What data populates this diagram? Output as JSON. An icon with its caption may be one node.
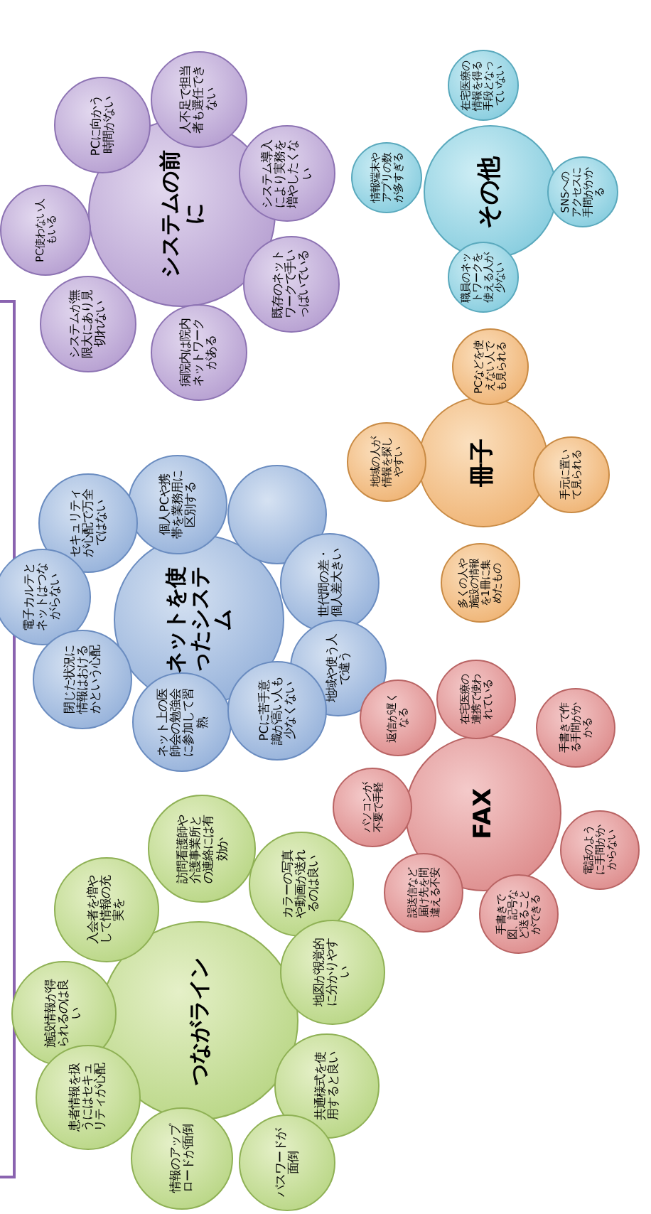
{
  "diagram": {
    "nodes": [
      {
        "text": [
          "システムの前に"
        ]
      },
      {
        "text": [
          "人不足で担当者も選任できない"
        ]
      },
      {
        "text": [
          "PCに向かう時間がない"
        ]
      },
      {
        "text": [
          "システム導入により実務を増やしたくない"
        ]
      },
      {
        "text": [
          "PC使わない人もいる"
        ]
      },
      {
        "text": [
          "既存のネットワークで手いっぱいでいる"
        ]
      },
      {
        "text": [
          "システムが無限大にあり見切れない"
        ]
      },
      {
        "text": [
          "病院内は院内ネットワークがある"
        ]
      },
      {
        "text": [
          "その他"
        ]
      },
      {
        "text": [
          "在宅医療の情報を得る手段となっていない"
        ]
      },
      {
        "text": [
          "情報端末やアプリの数が多すぎる"
        ]
      },
      {
        "text": [
          "SNSへのアクセスに手間がかかる"
        ]
      },
      {
        "text": [
          "職員のネットワークを使える人が少ない"
        ]
      },
      {
        "text": [
          "冊子"
        ]
      },
      {
        "text": [
          "PCなどを使えない人でも見られる"
        ]
      },
      {
        "text": [
          "地域の人が情報を探しやすい"
        ]
      },
      {
        "text": [
          "手元に置いて見られる"
        ]
      },
      {
        "text": [
          "多くの人や施設の情報を1冊に集めたもの"
        ]
      },
      {
        "text": [
          "ネットを使ったシステム"
        ]
      },
      {
        "text": [
          "個人PCや携帯を業務用に区別する"
        ]
      },
      {
        "text": [],
        "shape": "circle"
      },
      {
        "text": [
          "セキュリティが心配で万全ではない"
        ]
      },
      {
        "text": [
          "世代間の差・個人差大きい"
        ]
      },
      {
        "text": [
          "電子カルテとネットはつながらない"
        ]
      },
      {
        "text": [
          "地域や使う人で違う"
        ]
      },
      {
        "text": [
          "閉じた状況に情報はおけるかという心配"
        ]
      },
      {
        "text": [
          "ネット上の医師会の勉強会に参加して習熟"
        ]
      },
      {
        "text": [
          "PCに苦手意識が高い人も少なくない"
        ]
      },
      {
        "text": [
          "FAX"
        ]
      },
      {
        "text": [
          "在宅医療の連携で使われている"
        ]
      },
      {
        "text": [
          "返信が遅くなる"
        ]
      },
      {
        "text": [
          "手書きで作る手間がかかる"
        ]
      },
      {
        "text": [
          "パソコンが不要で手軽"
        ]
      },
      {
        "text": [
          "電話のように手間がかからない"
        ]
      },
      {
        "text": [
          "誤送信など届け先を間違える不安"
        ]
      },
      {
        "text": [
          "手書きで図、記号など送ることができる"
        ]
      },
      {
        "text": [
          "つながライン"
        ]
      },
      {
        "text": [
          "訪問看護師や介護事業所との連絡には有効か"
        ]
      },
      {
        "text": [
          "カラーの写真や動画が送れるのは良い"
        ]
      },
      {
        "text": [
          "入会者を増やして情報の充実を"
        ]
      },
      {
        "text": [
          "地図が視覚的に分かりやすい"
        ]
      },
      {
        "text": [
          "施設情報が得られるのは良い"
        ]
      },
      {
        "text": [
          "共通様式を使用すると良い"
        ]
      },
      {
        "text": [
          "患者情報を扱うにはセキュリティが心配"
        ]
      },
      {
        "text": [
          "情報のアップロードが面倒"
        ]
      },
      {
        "text": [
          "パスワードが面倒"
        ]
      }
    ]
  }
}
